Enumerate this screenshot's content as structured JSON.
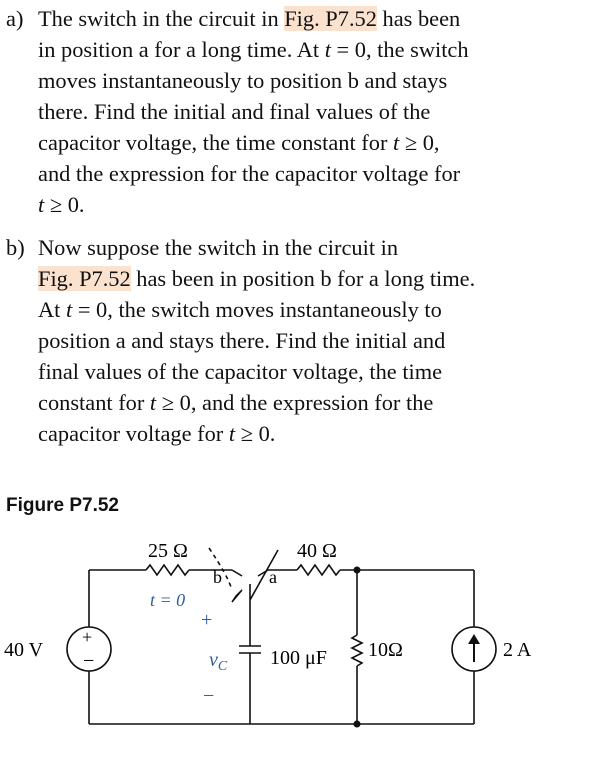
{
  "part_a": {
    "marker": "a)",
    "lines": [
      {
        "pre": "The switch in the circuit in ",
        "ref": "Fig. P7.52",
        "post": " has been"
      },
      {
        "pre": "in position a for a long time. At ",
        "t": "t",
        "post": " = 0, the switch"
      },
      {
        "text": "moves instantaneously to position b and stays"
      },
      {
        "text": "there. Find the initial and final values of the"
      },
      {
        "pre": "capacitor voltage, the time constant for ",
        "t": "t",
        "post": " ≥ 0,"
      },
      {
        "text": "and the expression for the capacitor voltage for"
      },
      {
        "t": "t",
        "post": " ≥ 0."
      }
    ]
  },
  "part_b": {
    "marker": "b)",
    "lines": [
      {
        "text": "Now suppose the switch in the circuit in"
      },
      {
        "ref": "Fig. P7.52",
        "post": " has been in position b for a long time."
      },
      {
        "pre": "At ",
        "t": "t",
        "post": " = 0, the switch moves instantaneously to"
      },
      {
        "text": "position a and stays there. Find the initial and"
      },
      {
        "text": "final values of the capacitor voltage, the time"
      },
      {
        "pre": "constant for ",
        "t": "t",
        "post": " ≥ 0, and the expression for the"
      },
      {
        "pre": "capacitor voltage for ",
        "t": "t",
        "post": " ≥ 0."
      }
    ]
  },
  "figure": {
    "title": "Figure P7.52",
    "r1": "25 Ω",
    "r2": "40 Ω",
    "switch_b": "b",
    "switch_a": "a",
    "switch_time": "t = 0",
    "source_v": "40 V",
    "plus": "+",
    "minus": "−",
    "vc": "v",
    "vc_sub": "C",
    "capacitor": "100 μF",
    "r3": "10Ω",
    "source_i": "2 A"
  }
}
